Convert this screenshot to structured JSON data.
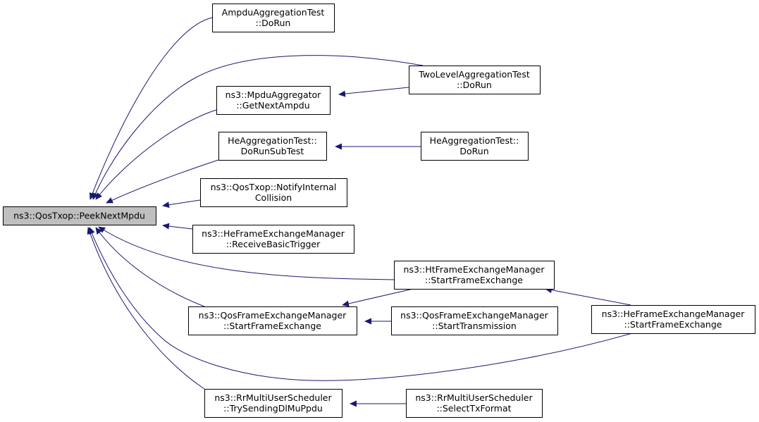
{
  "graph": {
    "edge_color": "#191970",
    "focus_fill": "#bfbfbf",
    "nodes": [
      {
        "id": "peek",
        "lines": [
          "ns3::QosTxop::PeekNextMpdu"
        ]
      },
      {
        "id": "ampdu",
        "lines": [
          "AmpduAggregationTest",
          "::DoRun"
        ]
      },
      {
        "id": "twolevel",
        "lines": [
          "TwoLevelAggregationTest",
          "::DoRun"
        ]
      },
      {
        "id": "mpduagg",
        "lines": [
          "ns3::MpduAggregator",
          "::GetNextAmpdu"
        ]
      },
      {
        "id": "heaggsub",
        "lines": [
          "HeAggregationTest::",
          "DoRunSubTest"
        ]
      },
      {
        "id": "heaggrun",
        "lines": [
          "HeAggregationTest::",
          "DoRun"
        ]
      },
      {
        "id": "notify",
        "lines": [
          "ns3::QosTxop::NotifyInternal",
          "Collision"
        ]
      },
      {
        "id": "hefem_rbt",
        "lines": [
          "ns3::HeFrameExchangeManager",
          "::ReceiveBasicTrigger"
        ]
      },
      {
        "id": "htfem_sfe",
        "lines": [
          "ns3::HtFrameExchangeManager",
          "::StartFrameExchange"
        ]
      },
      {
        "id": "qosfem_sfe",
        "lines": [
          "ns3::QosFrameExchangeManager",
          "::StartFrameExchange"
        ]
      },
      {
        "id": "qosfem_st",
        "lines": [
          "ns3::QosFrameExchangeManager",
          "::StartTransmission"
        ]
      },
      {
        "id": "hefem_sfe",
        "lines": [
          "ns3::HeFrameExchangeManager",
          "::StartFrameExchange"
        ]
      },
      {
        "id": "rr_try",
        "lines": [
          "ns3::RrMultiUserScheduler",
          "::TrySendingDlMuPpdu"
        ]
      },
      {
        "id": "rr_sel",
        "lines": [
          "ns3::RrMultiUserScheduler",
          "::SelectTxFormat"
        ]
      }
    ],
    "edges": [
      {
        "from": "ampdu",
        "to": "peek"
      },
      {
        "from": "twolevel",
        "to": "peek"
      },
      {
        "from": "twolevel",
        "to": "mpduagg"
      },
      {
        "from": "mpduagg",
        "to": "peek"
      },
      {
        "from": "heaggsub",
        "to": "peek"
      },
      {
        "from": "heaggrun",
        "to": "heaggsub"
      },
      {
        "from": "notify",
        "to": "peek"
      },
      {
        "from": "hefem_rbt",
        "to": "peek"
      },
      {
        "from": "htfem_sfe",
        "to": "peek"
      },
      {
        "from": "htfem_sfe",
        "to": "qosfem_sfe"
      },
      {
        "from": "hefem_sfe",
        "to": "htfem_sfe"
      },
      {
        "from": "qosfem_sfe",
        "to": "peek"
      },
      {
        "from": "qosfem_st",
        "to": "qosfem_sfe"
      },
      {
        "from": "hefem_sfe",
        "to": "peek"
      },
      {
        "from": "rr_try",
        "to": "peek"
      },
      {
        "from": "rr_sel",
        "to": "rr_try"
      }
    ]
  }
}
